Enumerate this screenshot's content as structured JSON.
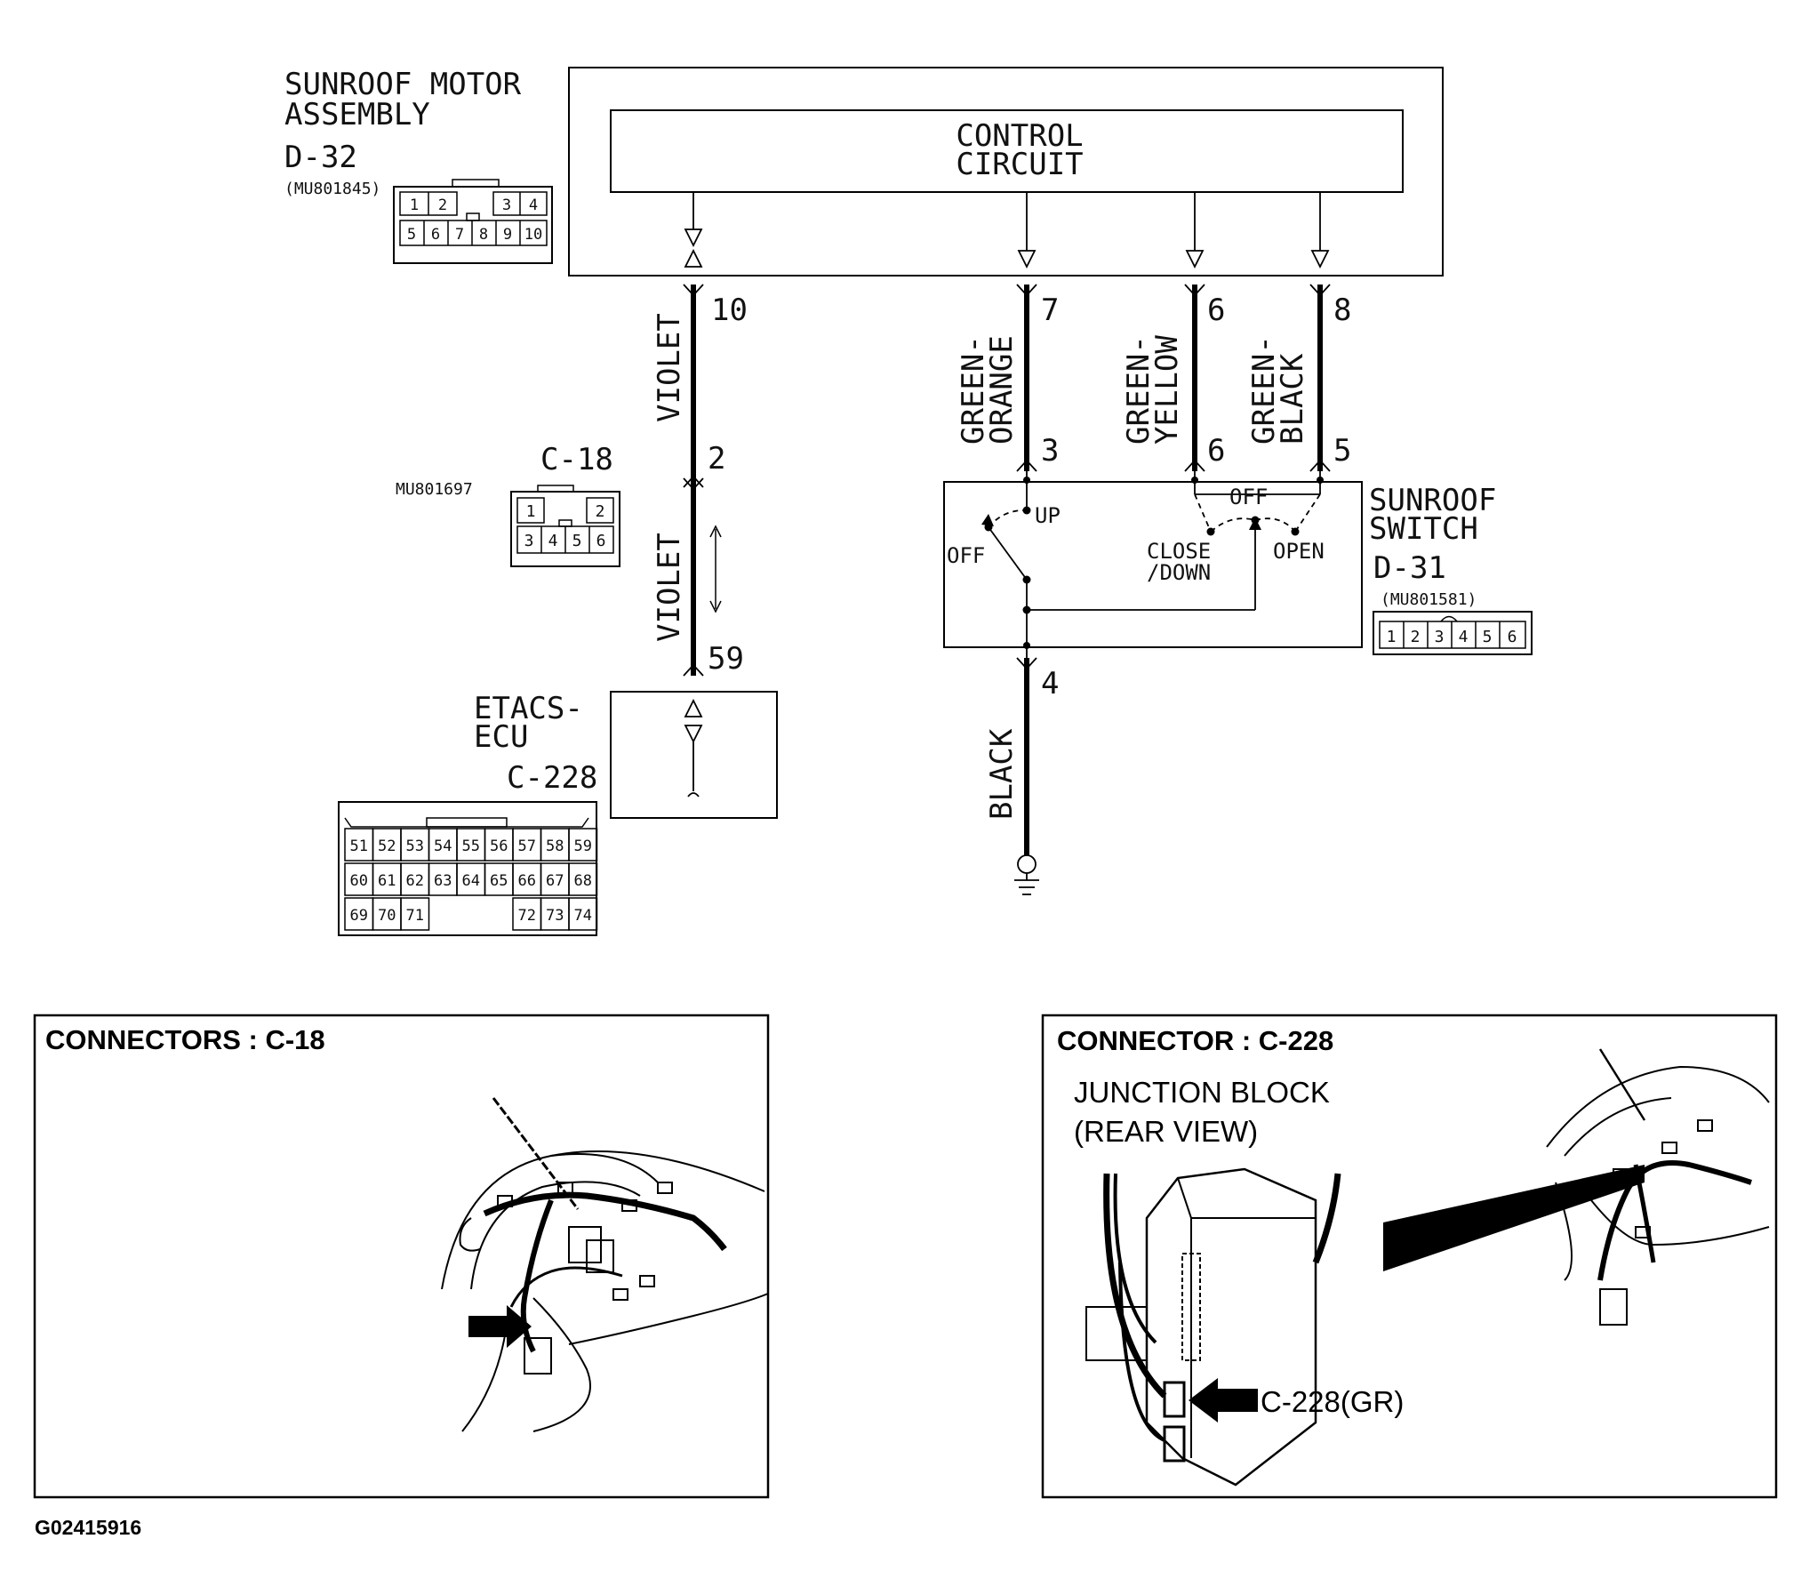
{
  "motor": {
    "title_line1": "SUNROOF MOTOR",
    "title_line2": "ASSEMBLY",
    "connector_id": "D-32",
    "part_no": "(MU801845)",
    "control_line1": "CONTROL",
    "control_line2": "CIRCUIT",
    "pins_row1": [
      "1",
      "2",
      "3",
      "4"
    ],
    "pins_row2": [
      "5",
      "6",
      "7",
      "8",
      "9",
      "10"
    ]
  },
  "wires": {
    "violet_label": "VIOLET",
    "w1_label1": "GREEN-",
    "w1_label2": "ORANGE",
    "w2_label1": "GREEN-",
    "w2_label2": "YELLOW",
    "w3_label1": "GREEN-",
    "w3_label2": "BLACK",
    "black_label": "BLACK",
    "pin_10": "10",
    "pin_2": "2",
    "pin_59": "59",
    "pin_7": "7",
    "pin_3": "3",
    "pin_6_top": "6",
    "pin_6_bottom": "6",
    "pin_8": "8",
    "pin_5": "5",
    "pin_4": "4"
  },
  "c18": {
    "id": "C-18",
    "part_no": "MU801697",
    "pins_row1": [
      "1",
      "2"
    ],
    "pins_row2": [
      "3",
      "4",
      "5",
      "6"
    ]
  },
  "switch": {
    "title_line1": "SUNROOF",
    "title_line2": "SWITCH",
    "connector_id": "D-31",
    "part_no": "(MU801581)",
    "label_up": "UP",
    "label_off_left": "OFF",
    "label_off_right": "OFF",
    "label_close1": "CLOSE",
    "label_close2": "/DOWN",
    "label_open": "OPEN",
    "pins": [
      "1",
      "2",
      "3",
      "4",
      "5",
      "6"
    ]
  },
  "etacs": {
    "title_line1": "ETACS-",
    "title_line2": "ECU",
    "connector_id": "C-228",
    "pins_row1": [
      "51",
      "52",
      "53",
      "54",
      "55",
      "56",
      "57",
      "58",
      "59"
    ],
    "pins_row2": [
      "60",
      "61",
      "62",
      "63",
      "64",
      "65",
      "66",
      "67",
      "68"
    ],
    "pins_row3_left": [
      "69",
      "70",
      "71"
    ],
    "pins_row3_right": [
      "72",
      "73",
      "74"
    ]
  },
  "panel_left": {
    "title": "CONNECTORS : C-18"
  },
  "panel_right": {
    "title": "CONNECTOR : C-228",
    "sub_line1": "JUNCTION BLOCK",
    "sub_line2": "(REAR VIEW)",
    "callout": "C-228(GR)"
  },
  "figure_id": "G02415916"
}
